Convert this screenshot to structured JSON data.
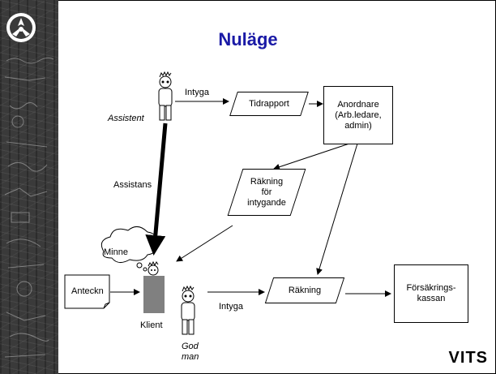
{
  "title": "Nuläge",
  "actors": {
    "assistent": "Assistent",
    "klient": "Klient",
    "god_man_1": "God",
    "god_man_2": "man"
  },
  "boxes": {
    "tidrapport": "Tidrapport",
    "anordnare_1": "Anordnare",
    "anordnare_2": "(Arb.ledare,",
    "anordnare_3": "admin)",
    "rakning_intyg_1": "Räkning",
    "rakning_intyg_2": "för",
    "rakning_intyg_3": "intygande",
    "rakning": "Räkning",
    "forsakring_1": "Försäkrings-",
    "forsakring_2": "kassan",
    "anteckn": "Anteckn",
    "minne": "Minne"
  },
  "edge_labels": {
    "intyga_top": "Intyga",
    "assistans": "Assistans",
    "intyga_bottom": "Intyga"
  },
  "brand": "VITS"
}
